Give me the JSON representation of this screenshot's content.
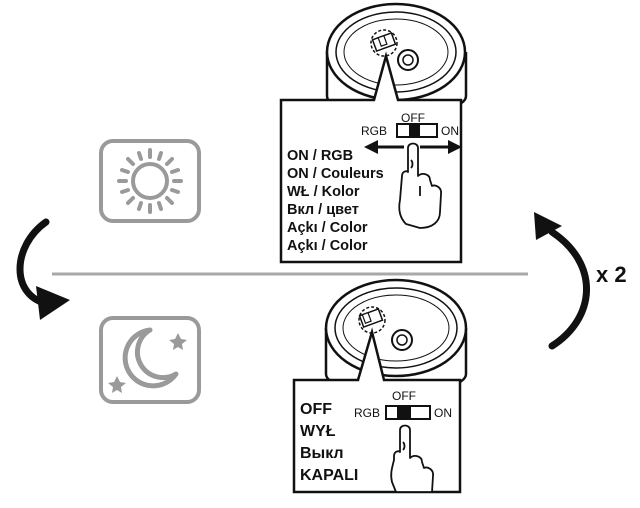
{
  "repeat_label": "x 2",
  "top_callout": {
    "switch_off": "OFF",
    "switch_left": "RGB",
    "switch_right": "ON",
    "lines": [
      "ON / RGB",
      "ON / Couleurs",
      "WŁ / Kolor",
      "Вкл / цвет",
      "Açkı / Color",
      "Açkı / Color"
    ]
  },
  "bottom_callout": {
    "switch_off": "OFF",
    "switch_left": "RGB",
    "switch_right": "ON",
    "lines": [
      "OFF",
      "WYŁ",
      "Выкл",
      "KAPALI"
    ]
  },
  "icons": {
    "top": "sun-icon",
    "bottom": "moon-stars-icon"
  },
  "colors": {
    "icon_gray": "#9a9a9a",
    "line_gray": "#a8a8a8",
    "ink": "#111111"
  }
}
